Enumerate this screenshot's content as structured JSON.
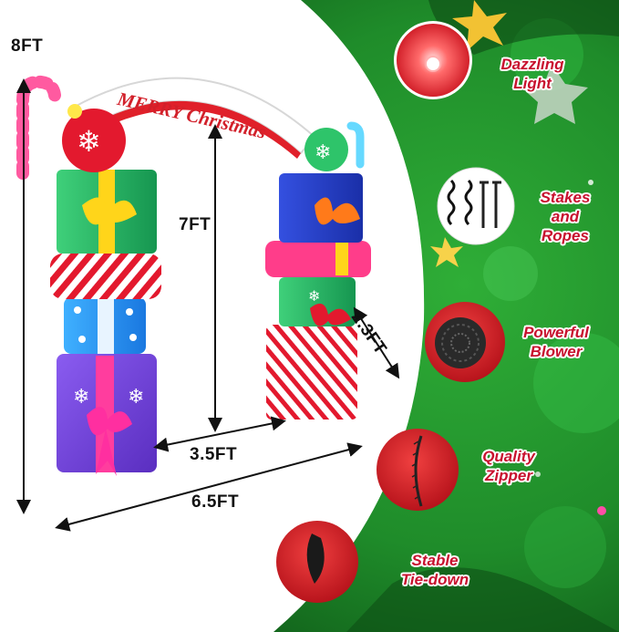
{
  "banner_text": "MERRY Christmas",
  "dimensions": {
    "total_height": "8FT",
    "inner_height": "7FT",
    "inner_width": "3.5FT",
    "depth": "2.3FT",
    "total_width": "6.5FT"
  },
  "features": [
    {
      "line1": "Dazzling",
      "line2": "Light",
      "icon": "light-bulb-icon"
    },
    {
      "line1": "Stakes",
      "line2": "and",
      "line3": "Ropes",
      "icon": "stakes-ropes-icon"
    },
    {
      "line1": "Powerful",
      "line2": "Blower",
      "icon": "blower-fan-icon"
    },
    {
      "line1": "Quality",
      "line2": "Zipper",
      "icon": "zipper-icon"
    },
    {
      "line1": "Stable",
      "line2": "Tie-down",
      "icon": "tie-down-loop-icon"
    }
  ],
  "colors": {
    "background_green": "#1d8a28",
    "feature_text": "#c8102e",
    "circle_red": "#d2202a"
  }
}
